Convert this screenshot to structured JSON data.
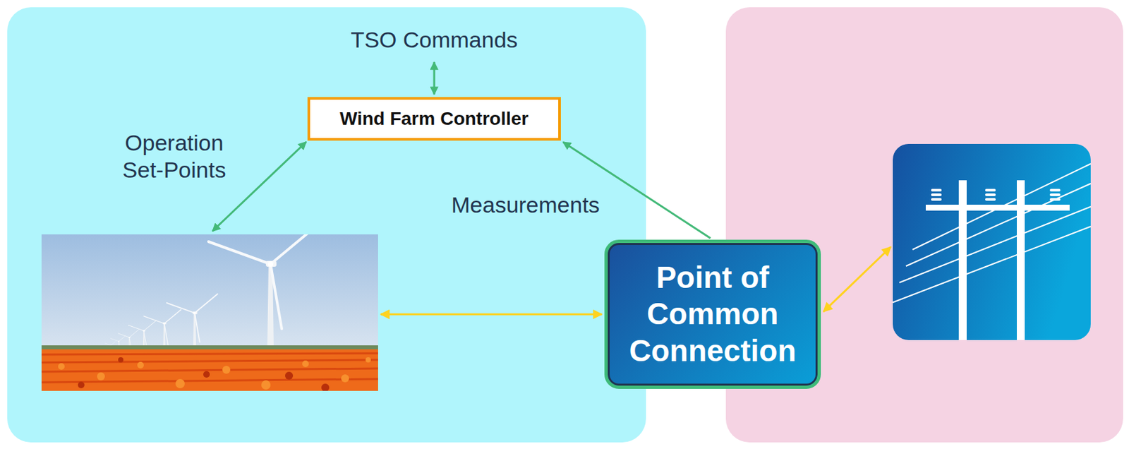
{
  "diagram": {
    "nodes": [
      {
        "text": [
          "Wind Farm Controller"
        ]
      },
      {
        "text": [
          "Point of Common Connection"
        ]
      }
    ],
    "edges": [
      {
        "from": 1,
        "to": 0,
        "label": "Measurements",
        "arrow": "to"
      }
    ],
    "labels": [
      "TSO Commands",
      "Operation Set-Points"
    ]
  }
}
